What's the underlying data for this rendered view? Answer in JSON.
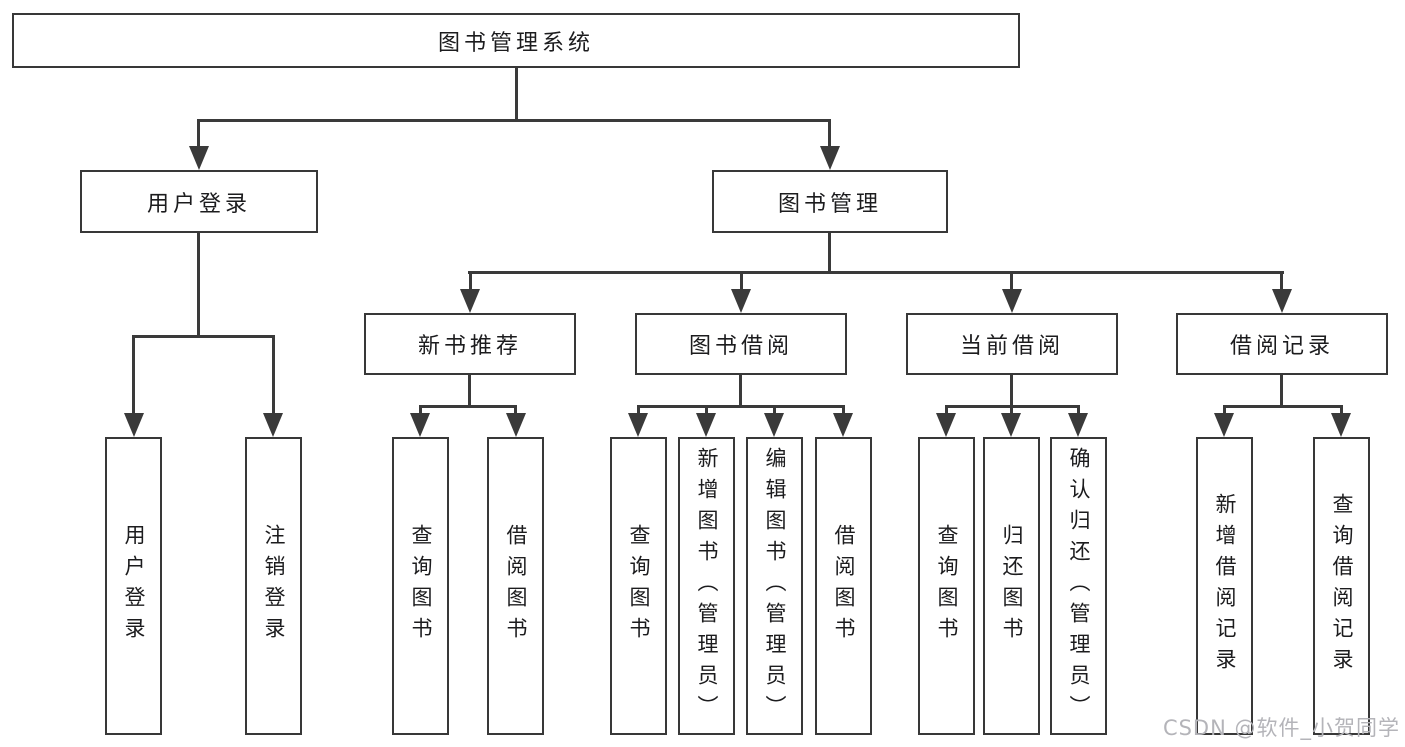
{
  "colors": {
    "line": "#3a3a3a",
    "box_border": "#383838",
    "text": "#1c1c1e",
    "watermark_text": "#b4b4b9",
    "background": "#ffffff"
  },
  "tree": {
    "label": "图书管理系统",
    "children": [
      {
        "label": "用户登录",
        "children": [
          {
            "label": "用户登录"
          },
          {
            "label": "注销登录"
          }
        ]
      },
      {
        "label": "图书管理",
        "children": [
          {
            "label": "新书推荐",
            "children": [
              {
                "label": "查询图书"
              },
              {
                "label": "借阅图书"
              }
            ]
          },
          {
            "label": "图书借阅",
            "children": [
              {
                "label": "查询图书"
              },
              {
                "label": "新增图书（管理员）"
              },
              {
                "label": "编辑图书（管理员）"
              },
              {
                "label": "借阅图书"
              }
            ]
          },
          {
            "label": "当前借阅",
            "children": [
              {
                "label": "查询图书"
              },
              {
                "label": "归还图书"
              },
              {
                "label": "确认归还（管理员）"
              }
            ]
          },
          {
            "label": "借阅记录",
            "children": [
              {
                "label": "新增借阅记录"
              },
              {
                "label": "查询借阅记录"
              }
            ]
          }
        ]
      }
    ]
  },
  "watermark": {
    "text": "CSDN @软件_小贺同学"
  }
}
